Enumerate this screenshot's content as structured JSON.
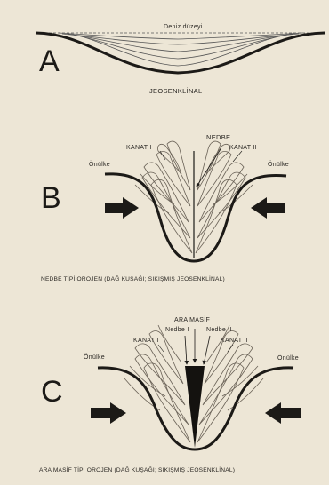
{
  "panels": {
    "a": {
      "letter": "A",
      "sea_level_label": "Deniz düzeyi",
      "caption": "JEOSENKLİNAL"
    },
    "b": {
      "letter": "B",
      "suture_label": "NEDBE",
      "limb_left_label": "KANAT I",
      "limb_right_label": "KANAT II",
      "foreland_left_label": "Önülke",
      "foreland_right_label": "Önülke",
      "caption": "NEDBE TİPİ OROJEN (DAĞ KUŞAĞI; SIKIŞMIŞ JEOSENKLİNAL)"
    },
    "c": {
      "letter": "C",
      "median_mass_label": "ARA MASİF",
      "suture_1_label": "Nedbe I",
      "suture_2_label": "Nedbe II",
      "limb_left_label": "KANAT I",
      "limb_right_label": "KANAT II",
      "foreland_left_label": "Önülke",
      "foreland_right_label": "Önülke",
      "caption": "ARA MASİF TİPİ OROJEN (DAĞ KUŞAĞI; SIKIŞMIŞ JEOSENKLİNAL)"
    }
  }
}
